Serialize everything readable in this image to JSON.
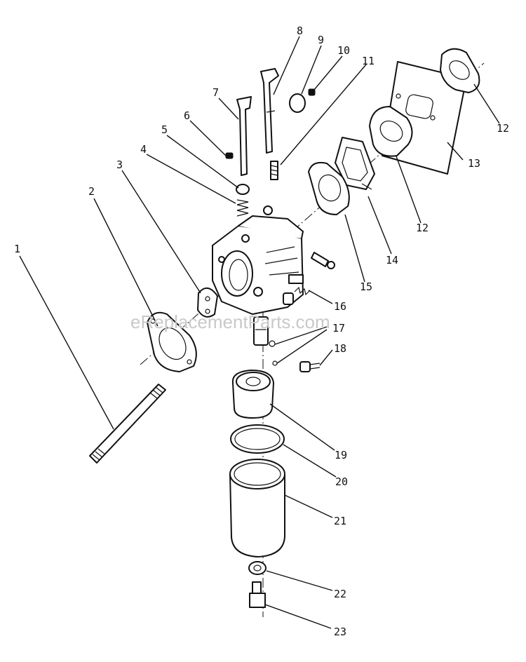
{
  "watermark": "eReplacementParts.com",
  "callouts": [
    "1",
    "2",
    "3",
    "4",
    "5",
    "6",
    "7",
    "8",
    "9",
    "10",
    "11",
    "12",
    "12",
    "13",
    "14",
    "15",
    "16",
    "17",
    "18",
    "19",
    "20",
    "21",
    "22",
    "23"
  ]
}
